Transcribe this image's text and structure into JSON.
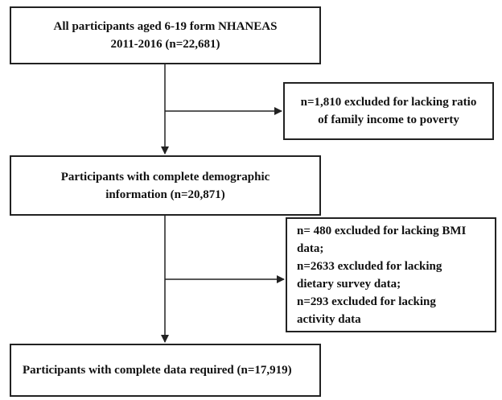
{
  "boxes": {
    "all_participants": {
      "lines": [
        "All participants aged 6-19 form NHANEAS",
        "2011-2016 (n=22,681)"
      ]
    },
    "exclusion_income": {
      "lines": [
        "n=1,810 excluded for lacking ratio",
        "of family income to poverty"
      ]
    },
    "complete_demographic": {
      "lines": [
        "Participants with complete demographic",
        "information (n=20,871)"
      ]
    },
    "exclusion_bmi_diet_activity": {
      "lines": [
        "n= 480 excluded for lacking BMI",
        "data;",
        "n=2633 excluded for lacking",
        "dietary survey data;",
        "n=293 excluded for lacking",
        "activity data"
      ]
    },
    "complete_data": {
      "lines": [
        "Participants with complete data required (n=17,919)"
      ]
    }
  },
  "colors": {
    "line": "#222222",
    "background": "#ffffff",
    "text": "#111111"
  }
}
